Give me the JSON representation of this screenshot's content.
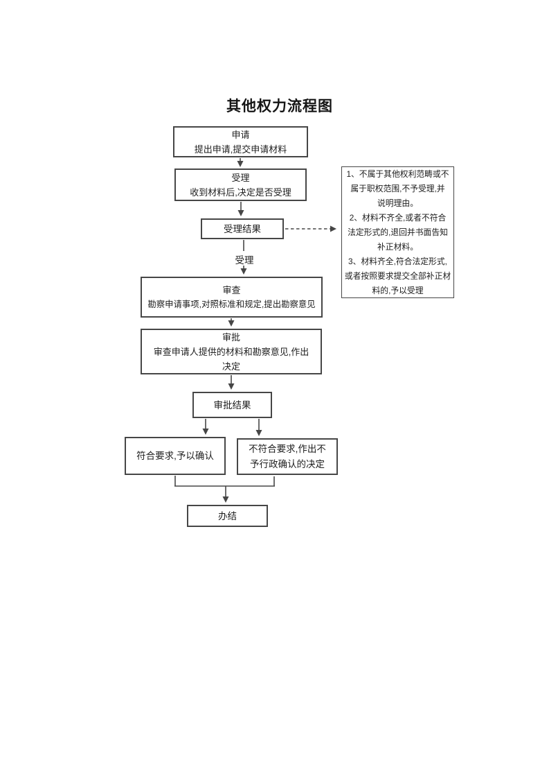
{
  "page": {
    "title": "其他权力流程图"
  },
  "colors": {
    "ink": "#464646"
  },
  "flowchart": {
    "apply": {
      "title": "申请",
      "desc": "提出申请,提交申请材料"
    },
    "accept": {
      "title": "受理",
      "desc": "收到材料后,决定是否受理"
    },
    "accept_result": {
      "label": "受理结果"
    },
    "accept_branch_label": "受理",
    "review": {
      "title": "审查",
      "desc": "勘察申请事项,对照标准和规定,提出勘察意见"
    },
    "approve": {
      "title": "审批",
      "desc_lines": [
        "审查申请人提供的材料和勘察意见,作出",
        "决定"
      ]
    },
    "approve_result": {
      "label": "审批结果"
    },
    "confirm_yes": {
      "label": "符合要求,予以确认"
    },
    "confirm_no": {
      "lines": [
        "不符合要求,作出不",
        "予行政确认的决定"
      ]
    },
    "finish": {
      "label": "办结"
    },
    "side_note": {
      "items": [
        {
          "lines": [
            "1、不属于其他权利范畴或不",
            "属于职权范围,不予受理,并",
            "说明理由。"
          ]
        },
        {
          "lines": [
            "2、材料不齐全,或者不符合",
            "法定形式的,退回并书面告知",
            "补正材料。"
          ]
        },
        {
          "lines": [
            "3、材料齐全,符合法定形式,",
            "或者按照要求提交全部补正材",
            "料的,予以受理"
          ]
        }
      ]
    }
  }
}
